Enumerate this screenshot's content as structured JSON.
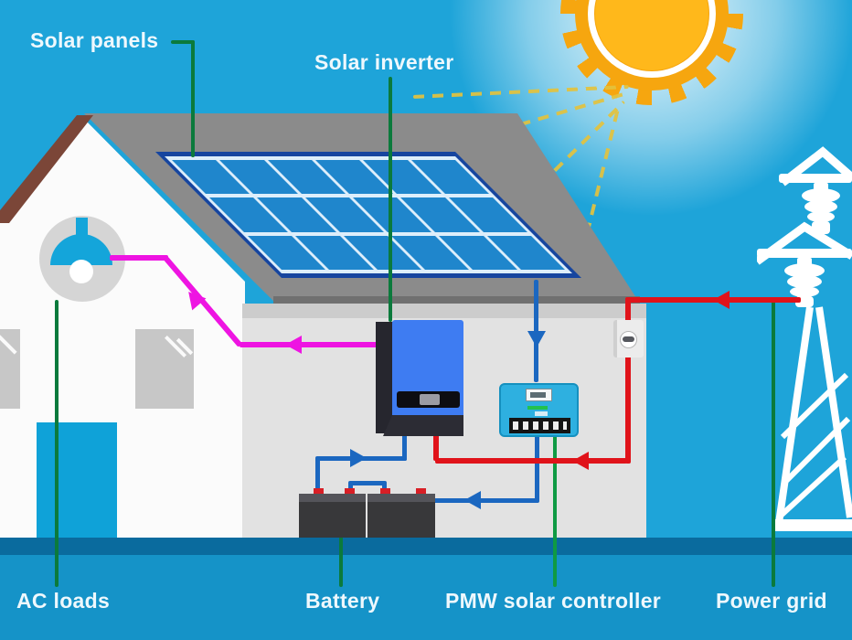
{
  "labels": {
    "solar_panels": "Solar panels",
    "solar_inverter": "Solar inverter",
    "ac_loads": "AC loads",
    "battery": "Battery",
    "pmw_controller": "PMW solar controller",
    "power_grid": "Power grid"
  },
  "components": {
    "panel_rows": 3,
    "panel_cols": 6,
    "battery_count": 2
  },
  "colors": {
    "sky": "#1ea4d9",
    "ground-dark": "#0a6b9e",
    "ground-light": "#1593c8",
    "sun-orange": "#f6a60f",
    "sun-core": "#ffb81b",
    "ray-yellow": "#e3c23d",
    "roof-gray": "#8b8b8b",
    "roof-edge": "#707070",
    "fascia-brown": "#7b4638",
    "house-white": "#fbfbfb",
    "interior-gray": "#e2e2e2",
    "interior-band": "#cccccc",
    "window-gray": "#c7c7c7",
    "door-cyan": "#0fa2d8",
    "panel-frame": "#16459f",
    "panel-cell": "#1f86cc",
    "panel-gap": "#ddeefb",
    "inverter-blue": "#3e7cf2",
    "inverter-dark": "#26262e",
    "controller-cyan": "#2eb0e0",
    "controller-edge": "#1590bf",
    "battery-dark": "#38383a",
    "terminal-red": "#d81f26",
    "wire-red": "#e0131a",
    "wire-blue": "#1b67c0",
    "wire-magenta": "#ee14e2",
    "line-green": "#0b7a3c",
    "wire-green": "#0f9a44",
    "lamp-cyan": "#14a5da",
    "lamp-circle": "#d5d5d5",
    "tower-white": "#ffffff",
    "label-text": "#eef8fd"
  }
}
